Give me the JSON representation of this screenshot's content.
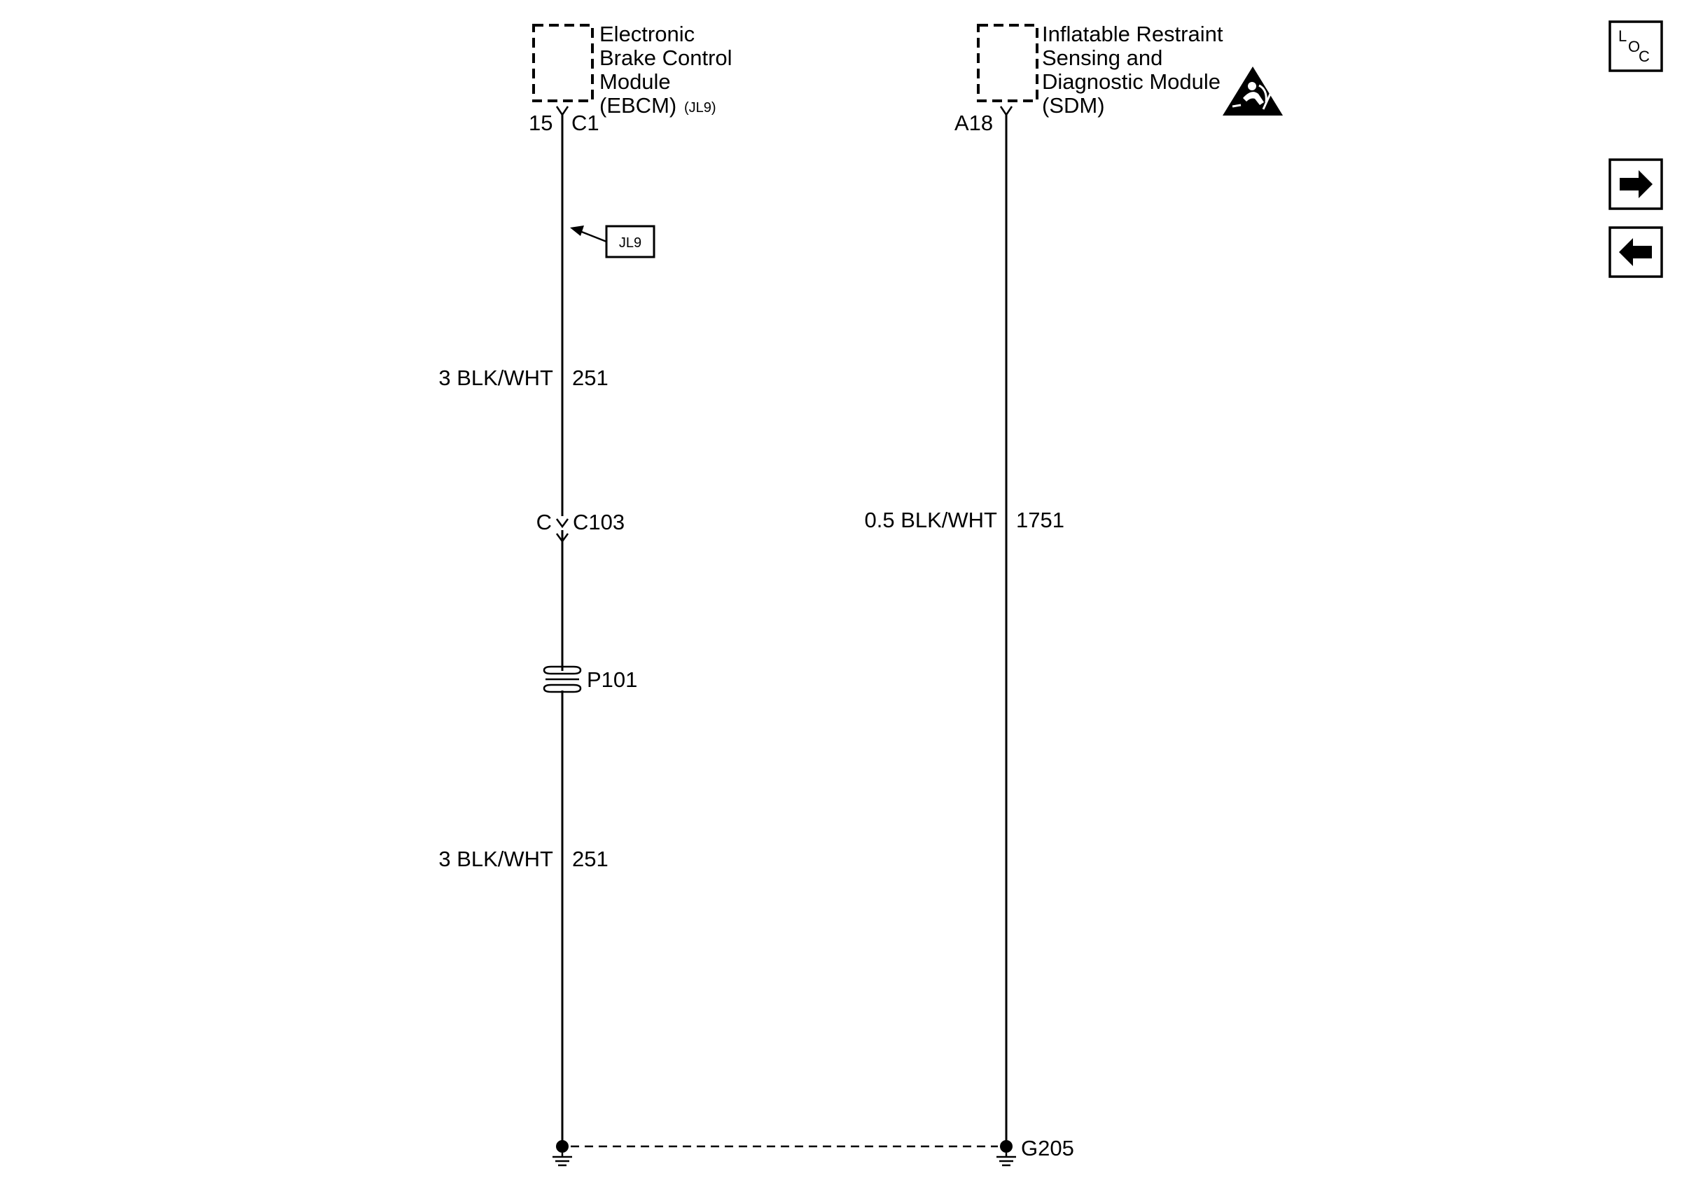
{
  "modules": {
    "ebcm": {
      "name_lines": [
        "Electronic",
        "Brake Control",
        "Module",
        "(EBCM)"
      ],
      "option": "(JL9)",
      "pin": "15",
      "connector": "C1"
    },
    "sdm": {
      "name_lines": [
        "Inflatable Restraint",
        "Sensing and",
        "Diagnostic Module",
        "(SDM)"
      ],
      "pin": "A18"
    }
  },
  "callout": {
    "label": "JL9"
  },
  "wires": {
    "ebcm_upper": {
      "gauge_color": "3 BLK/WHT",
      "circuit": "251"
    },
    "ebcm_lower": {
      "gauge_color": "3 BLK/WHT",
      "circuit": "251"
    },
    "sdm": {
      "gauge_color": "0.5 BLK/WHT",
      "circuit": "1751"
    }
  },
  "inline_connector": {
    "pin": "C",
    "name": "C103"
  },
  "splice": {
    "name": "P101"
  },
  "ground": {
    "name": "G205"
  },
  "nav": {
    "loc": {
      "l": "L",
      "o": "O",
      "c": "C"
    },
    "icons": [
      "locator-icon",
      "arrow-right-icon",
      "arrow-left-icon"
    ]
  },
  "warning_icon": "airbag-warning-icon"
}
